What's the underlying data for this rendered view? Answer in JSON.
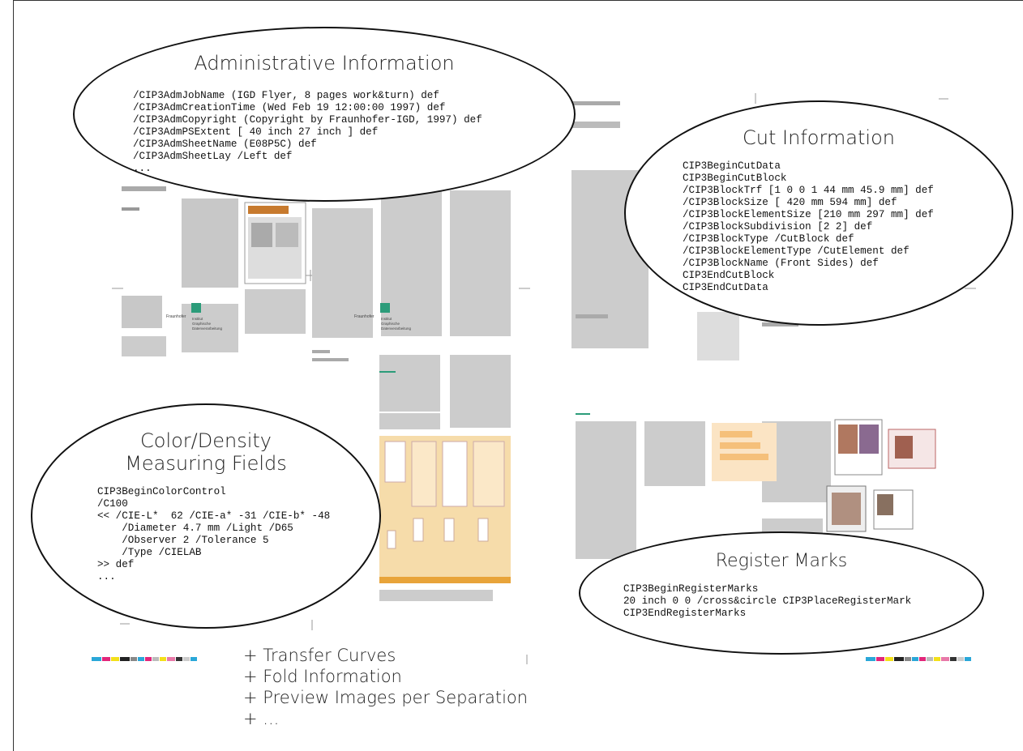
{
  "admin": {
    "title": "Administrative Information",
    "lines": [
      "/CIP3AdmJobName (IGD Flyer, 8 pages work&turn) def",
      "/CIP3AdmCreationTime (Wed Feb 19 12:00:00 1997) def",
      "/CIP3AdmCopyright (Copyright by Fraunhofer-IGD, 1997) def",
      "/CIP3AdmPSExtent [ 40 inch 27 inch ] def",
      "/CIP3AdmSheetName (E08P5C) def",
      "/CIP3AdmSheetLay /Left def",
      "..."
    ]
  },
  "cut": {
    "title": "Cut Information",
    "lines": [
      "CIP3BeginCutData",
      "CIP3BeginCutBlock",
      "/CIP3BlockTrf [1 0 0 1 44 mm 45.9 mm] def",
      "/CIP3BlockSize [ 420 mm 594 mm] def",
      "/CIP3BlockElementSize [210 mm 297 mm] def",
      "/CIP3BlockSubdivision [2 2] def",
      "/CIP3BlockType /CutBlock def",
      "/CIP3BlockElementType /CutElement def",
      "/CIP3BlockName (Front Sides) def",
      "CIP3EndCutBlock",
      "CIP3EndCutData"
    ]
  },
  "color": {
    "title_line1": "Color/Density",
    "title_line2": "Measuring Fields",
    "lines": [
      "CIP3BeginColorControl",
      "/C100",
      "<< /CIE-L*  62 /CIE-a* -31 /CIE-b* -48",
      "    /Diameter 4.7 mm /Light /D65",
      "    /Observer 2 /Tolerance 5",
      "    /Type /CIELAB",
      ">> def",
      "..."
    ]
  },
  "register": {
    "title": "Register Marks",
    "lines": [
      "CIP3BeginRegisterMarks",
      "20 inch 0 0 /cross&circle CIP3PlaceRegisterMark",
      "CIP3EndRegisterMarks"
    ]
  },
  "extras": [
    "+ Transfer Curves",
    "+ Fold Information",
    "+ Preview Images per Separation",
    "+ ..."
  ],
  "colors": {
    "orange": "#f1c98a",
    "teal": "#2c9c7a",
    "pink": "#e879a8"
  }
}
